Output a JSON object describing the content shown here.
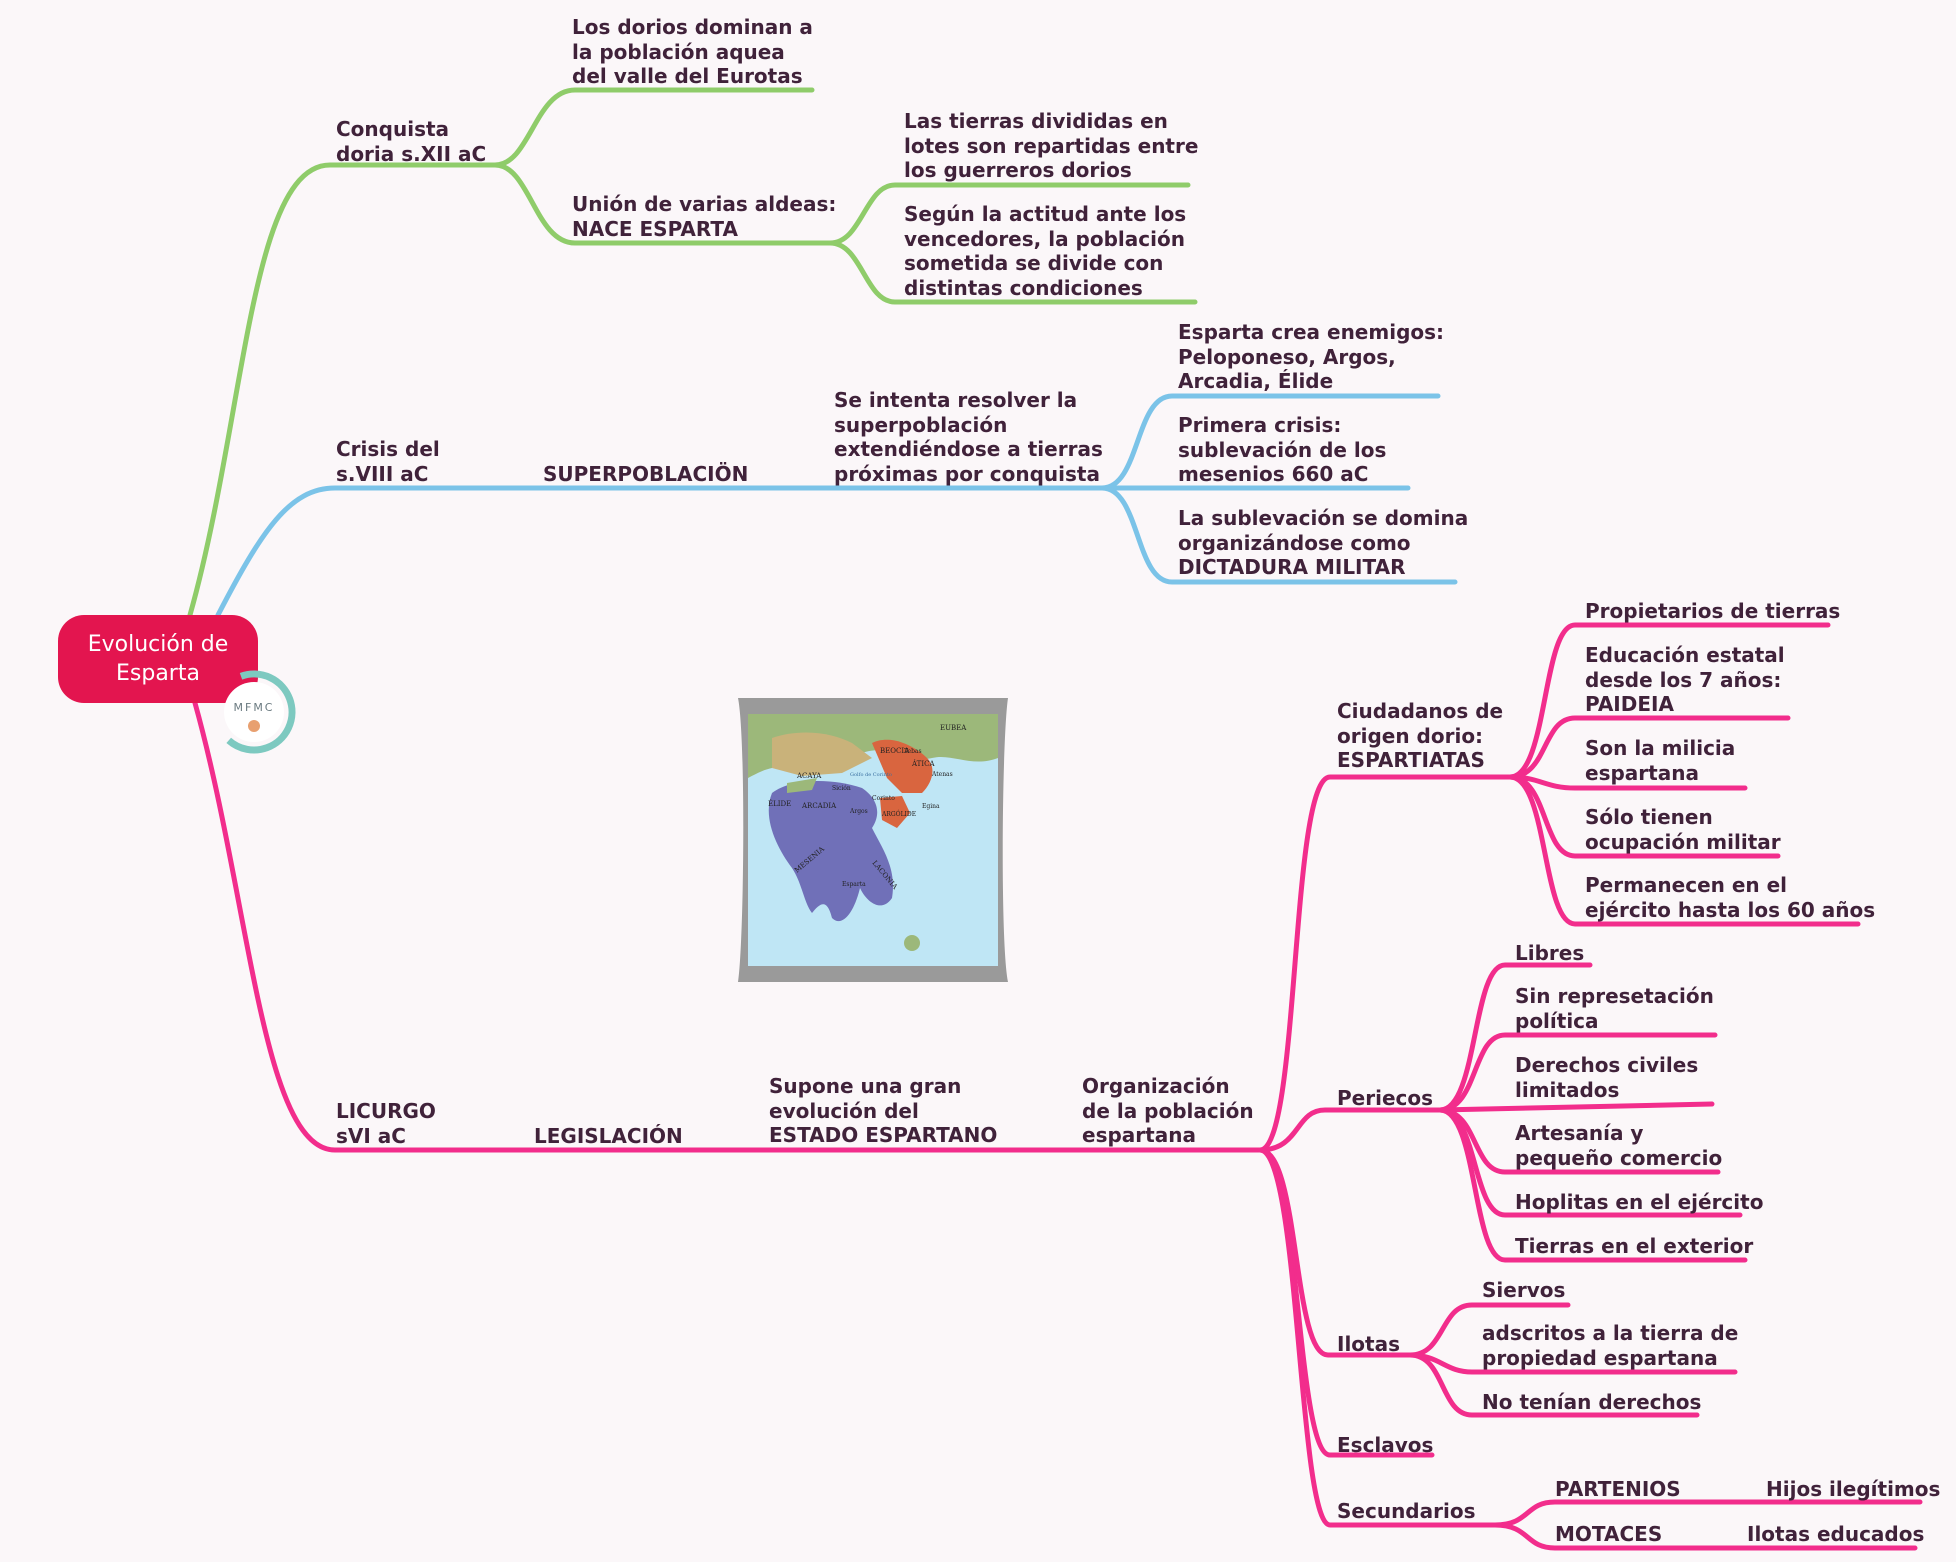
{
  "root": {
    "title": "Evolución de\nEsparta"
  },
  "logo": {
    "text": "MFMC"
  },
  "colors": {
    "green": "#8fcc6a",
    "blue": "#7bc3e8",
    "pink": "#f22d8c",
    "root": "#e3154f",
    "text": "#40223a"
  },
  "branches": {
    "conquista": {
      "label": "Conquista\ndoria s.XII aC",
      "child1": "Los dorios dominan a\nla población aquea\ndel valle del Eurotas",
      "child2": "Unión de varias aldeas:\nNACE ESPARTA",
      "child2_a": "Las tierras divididas en\nlotes son repartidas entre\nlos guerreros dorios",
      "child2_b": "Según la actitud ante los\nvencedores, la población\nsometida se divide con\ndistintas condiciones"
    },
    "crisis": {
      "label": "Crisis del\ns.VIII aC",
      "cause": "SUPERPOBLACIÖN",
      "solution": "Se intenta resolver la\nsuperpoblación\nextendiéndose a tierras\npróximas por conquista",
      "item1": "Esparta crea enemigos:\nPeloponeso, Argos,\nArcadia, Élide",
      "item2": "Primera crisis:\nsublevación de los\nmesenios 660 aC",
      "item3": "La sublevación se domina\norganizándose como\nDICTADURA MILITAR"
    },
    "licurgo": {
      "label": "LICURGO\nsVI aC",
      "legislacion": "LEGISLACIÓN",
      "evolucion": "Supone una gran\nevolución del\nESTADO ESPARTANO",
      "organizacion": "Organización\nde la población\nespartana",
      "espartiatas": {
        "label": "Ciudadanos de\norigen dorio:\nESPARTIATAS",
        "items": [
          "Propietarios de tierras",
          "Educación estatal\ndesde los 7 años:\nPAIDEIA",
          "Son la milicia\nespartana",
          "Sólo tienen\nocupación militar",
          "Permanecen en el\nejército hasta los 60 años"
        ]
      },
      "periecos": {
        "label": "Periecos",
        "items": [
          "Libres",
          "Sin represetación\npolítica",
          "Derechos civiles\nlimitados",
          "Artesanía y\npequeño comercio",
          "Hoplitas en el ejército",
          "Tierras en el exterior"
        ]
      },
      "ilotas": {
        "label": "Ilotas",
        "items": [
          "Siervos",
          "adscritos a la tierra de\npropiedad espartana",
          "No tenían derechos"
        ]
      },
      "esclavos": {
        "label": "Esclavos"
      },
      "secundarios": {
        "label": "Secundarios",
        "partenios": "PARTENIOS",
        "partenios_desc": "Hijos ilegítimos",
        "motaces": "MOTACES",
        "motaces_desc": "Ilotas educados"
      }
    }
  },
  "map_labels": [
    "BEOCIA",
    "EUBEA",
    "ÁTICA",
    "Tebas",
    "Atenas",
    "ACAYA",
    "Sición",
    "Corinto",
    "Golfo de Corinto",
    "ÉLIDE",
    "ARCADIA",
    "Argos",
    "ARGÓLIDE",
    "Egina",
    "MESENIA",
    "LACONIA",
    "Esparta"
  ]
}
